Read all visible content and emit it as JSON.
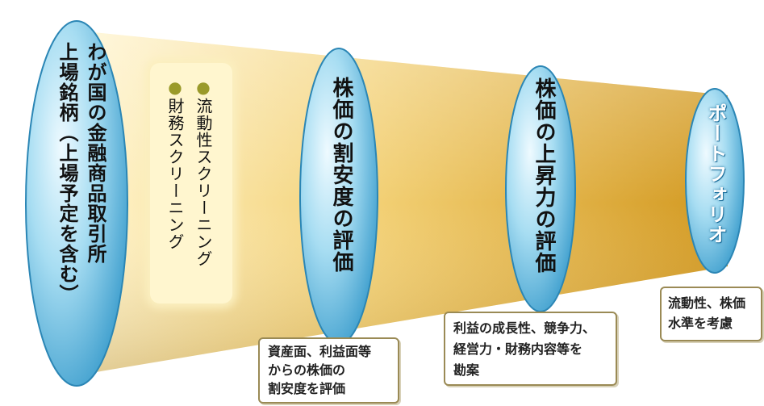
{
  "stages": [
    {
      "id": "universe",
      "lines": [
        "わが国の金融商品取引所",
        "上場銘柄（上場予定を含む）"
      ]
    },
    {
      "id": "valuation",
      "lines": [
        "株価の割安度の評価"
      ]
    },
    {
      "id": "growth",
      "lines": [
        "株価の上昇力の評価"
      ]
    },
    {
      "id": "portfolio",
      "lines": [
        "ポートフォリオ"
      ]
    }
  ],
  "screening": {
    "bullet": "●",
    "items": [
      "流動性スクリーニング",
      "財務スクリーニング"
    ]
  },
  "notes": {
    "valuation": [
      "資産面、利益面等",
      "からの株価の",
      "割安度を評価"
    ],
    "growth": [
      "利益の成長性、競争力、",
      "経営力・財務内容等を",
      "勘案"
    ],
    "portfolio": [
      "流動性、株価",
      "水準を考慮"
    ]
  },
  "colors": {
    "disc_light": "#d6f1fb",
    "disc_mid": "#79c7e8",
    "disc_dark": "#2f93c4",
    "funnel_light": "#fff3c8",
    "funnel_dark": "#d49b22",
    "bullet": "#9a9a2a"
  }
}
